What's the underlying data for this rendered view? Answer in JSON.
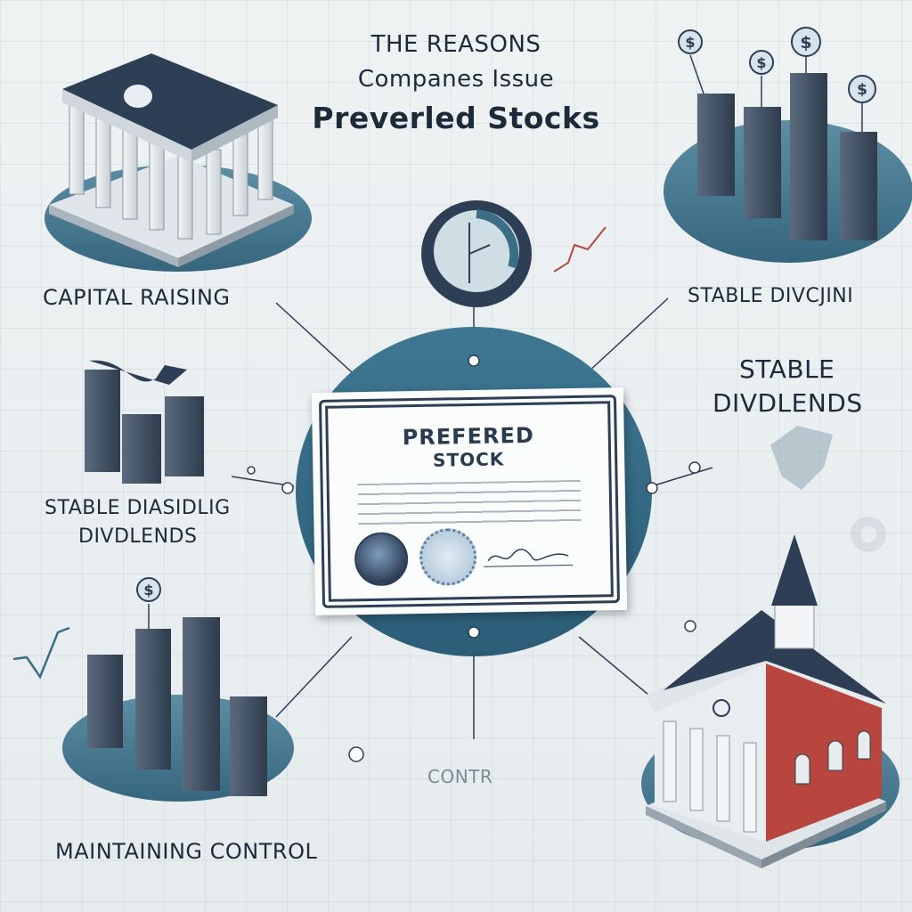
{
  "title": {
    "line1": "THE REASONS",
    "line2": "Companes Issue",
    "line3": "Preverled Stocks"
  },
  "certificate": {
    "line1": "PREFERED",
    "line2": "STOCK"
  },
  "labels": {
    "capital_raising": "CAPITAL RAISING",
    "stable_top_right": "STABLE DIVCJINI",
    "stable_right_line1": "STABLE",
    "stable_right_line2": "DIVDLENDS",
    "stable_left_line1": "STABLE DIASIDLIG",
    "stable_left_line2": "DIVDLENDS",
    "maintaining_control": "MAINTAINING CONTROL",
    "contr": "CONTR"
  },
  "colors": {
    "accent_blue": "#3b6e86",
    "dark_navy": "#2e3f55",
    "brick_red": "#b8463e",
    "background": "#eef2f3"
  }
}
